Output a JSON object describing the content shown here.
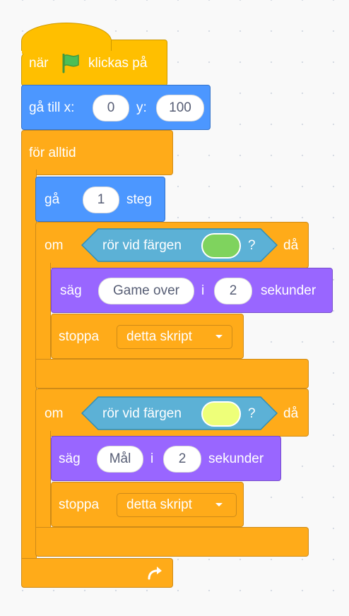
{
  "script": {
    "when_flag": {
      "before": "när",
      "flag_icon": "green-flag-icon",
      "after": "klickas på"
    },
    "goto": {
      "label": "gå till x:",
      "x_value": "0",
      "y_label": "y:",
      "y_value": "100"
    },
    "forever": {
      "label": "för alltid",
      "loop_icon": "loop-arrow-icon"
    },
    "move": {
      "label": "gå",
      "value": "1",
      "unit": "steg"
    },
    "if1": {
      "om": "om",
      "sensing": "rör vid färgen",
      "color": "#7FD35E",
      "question": "?",
      "then": "då",
      "say": {
        "label": "säg",
        "message": "Game over",
        "i": "i",
        "seconds": "2",
        "unit": "sekunder"
      },
      "stop": {
        "label": "stoppa",
        "option": "detta skript"
      }
    },
    "if2": {
      "om": "om",
      "sensing": "rör vid färgen",
      "color": "#EEFF79",
      "question": "?",
      "then": "då",
      "say": {
        "label": "säg",
        "message": "Mål",
        "i": "i",
        "seconds": "2",
        "unit": "sekunder"
      },
      "stop": {
        "label": "stoppa",
        "option": "detta skript"
      }
    }
  }
}
